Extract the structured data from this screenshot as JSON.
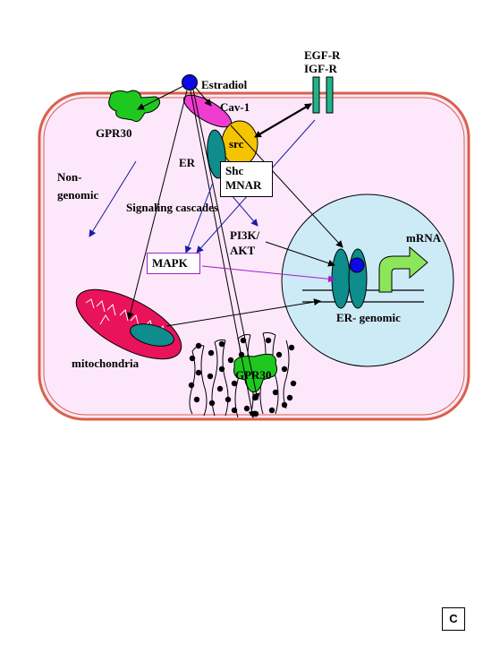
{
  "labels": {
    "estradiol": "Estradiol",
    "egfr_line1": "EGF-R",
    "egfr_line2": "IGF-R",
    "cav1": "Cav-1",
    "gpr30_top": "GPR30",
    "src": "src",
    "er": "ER",
    "non_genomic_line1": "Non-",
    "non_genomic_line2": "genomic",
    "shc": "Shc",
    "mnar": "MNAR",
    "signaling_cascades": "Signaling cascades",
    "pi3k_line1": "PI3K/",
    "pi3k_line2": "AKT",
    "mapk": "MAPK",
    "mrna": "mRNA",
    "er_genomic": "ER- genomic",
    "mitochondria": "mitochondria",
    "gpr30_er": "GPR30"
  },
  "panel_label": "C",
  "colors": {
    "cell_fill": "#fce8fa",
    "cell_border": "#d9604a",
    "nucleus_fill": "#cdeaf7",
    "gpr30": "#1ec81e",
    "estradiol": "#0a0ae6",
    "cav1": "#f03cd0",
    "src": "#f5c400",
    "er": "#0f8c8c",
    "egfr": "#20b48c",
    "mitochondria": "#e8135a",
    "mrna_arrow": "#8ce65a",
    "blue_arrow": "#1a1aa8",
    "purple_arrow": "#a020c8"
  }
}
